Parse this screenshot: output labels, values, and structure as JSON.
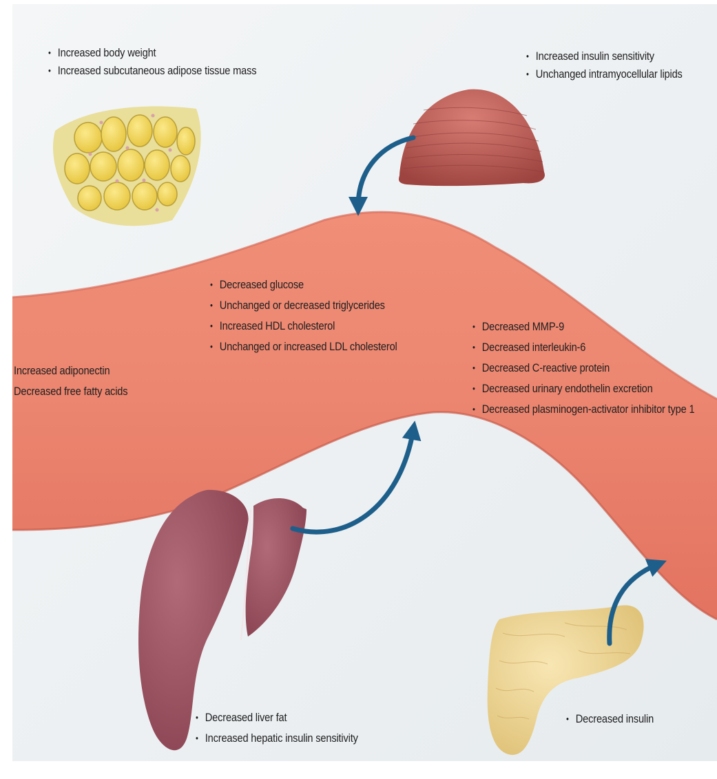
{
  "colors": {
    "background": "#eef2f4",
    "vessel": "#e9806c",
    "vessel_edge": "#c85a48",
    "arrow": "#1d5f8a",
    "fat": "#f2dc6a",
    "muscle": "#b5544d",
    "liver": "#9a4f5e",
    "pancreas": "#efd79a"
  },
  "icons": [
    "adipose-tissue-icon",
    "muscle-icon",
    "liver-icon",
    "pancreas-icon",
    "curved-arrow-icon"
  ],
  "adipose": {
    "items": [
      "Increased body weight",
      "Increased subcutaneous adipose tissue mass"
    ]
  },
  "muscle": {
    "items": [
      "Increased insulin sensitivity",
      "Unchanged intramyocellular lipids"
    ]
  },
  "blood_center": {
    "items": [
      "Decreased glucose",
      "Unchanged or decreased triglycerides",
      "Increased HDL cholesterol",
      "Unchanged or increased LDL cholesterol"
    ]
  },
  "blood_left": {
    "items": [
      "Increased adiponectin",
      "Decreased free fatty acids"
    ]
  },
  "blood_right": {
    "items": [
      "Decreased MMP-9",
      "Decreased interleukin-6",
      "Decreased C-reactive protein",
      "Decreased urinary endothelin excretion",
      "Decreased plasminogen-activator inhibitor type 1"
    ]
  },
  "liver": {
    "items": [
      "Decreased liver fat",
      "Increased hepatic insulin sensitivity"
    ]
  },
  "pancreas": {
    "items": [
      "Decreased insulin"
    ]
  }
}
